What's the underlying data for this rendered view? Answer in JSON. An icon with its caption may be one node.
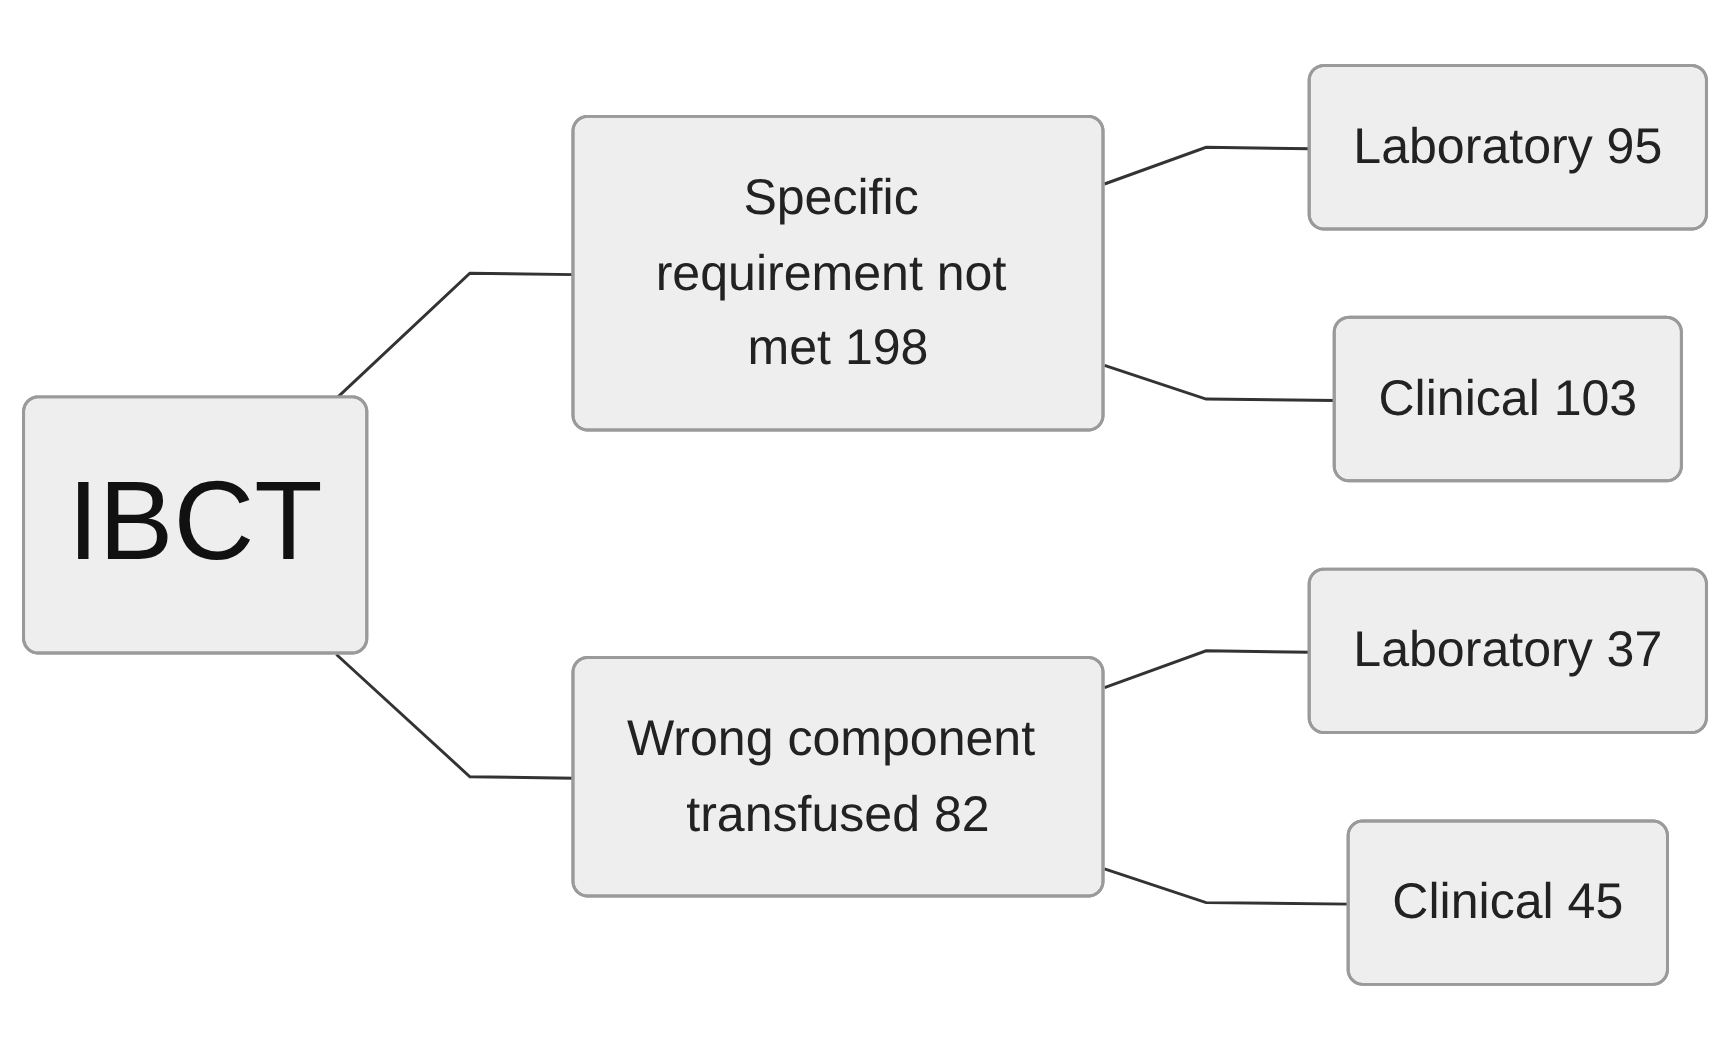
{
  "diagram": {
    "nodes": [
      {
        "text": [
          "IBCT"
        ]
      },
      {
        "text": [
          "Specific requirement not met 198"
        ]
      },
      {
        "text": [
          "Wrong component transfused 82"
        ]
      },
      {
        "text": [
          "Laboratory 95"
        ]
      },
      {
        "text": [
          "Clinical 103"
        ]
      },
      {
        "text": [
          "Laboratory 37"
        ]
      },
      {
        "text": [
          "Clinical 45"
        ]
      }
    ],
    "edges": [
      {
        "from": 0,
        "to": 1,
        "arrow": "none"
      },
      {
        "from": 0,
        "to": 2,
        "arrow": "none"
      },
      {
        "from": 1,
        "to": 3,
        "arrow": "none"
      },
      {
        "from": 1,
        "to": 4,
        "arrow": "none"
      },
      {
        "from": 2,
        "to": 5,
        "arrow": "none"
      },
      {
        "from": 2,
        "to": 6,
        "arrow": "none"
      }
    ]
  }
}
